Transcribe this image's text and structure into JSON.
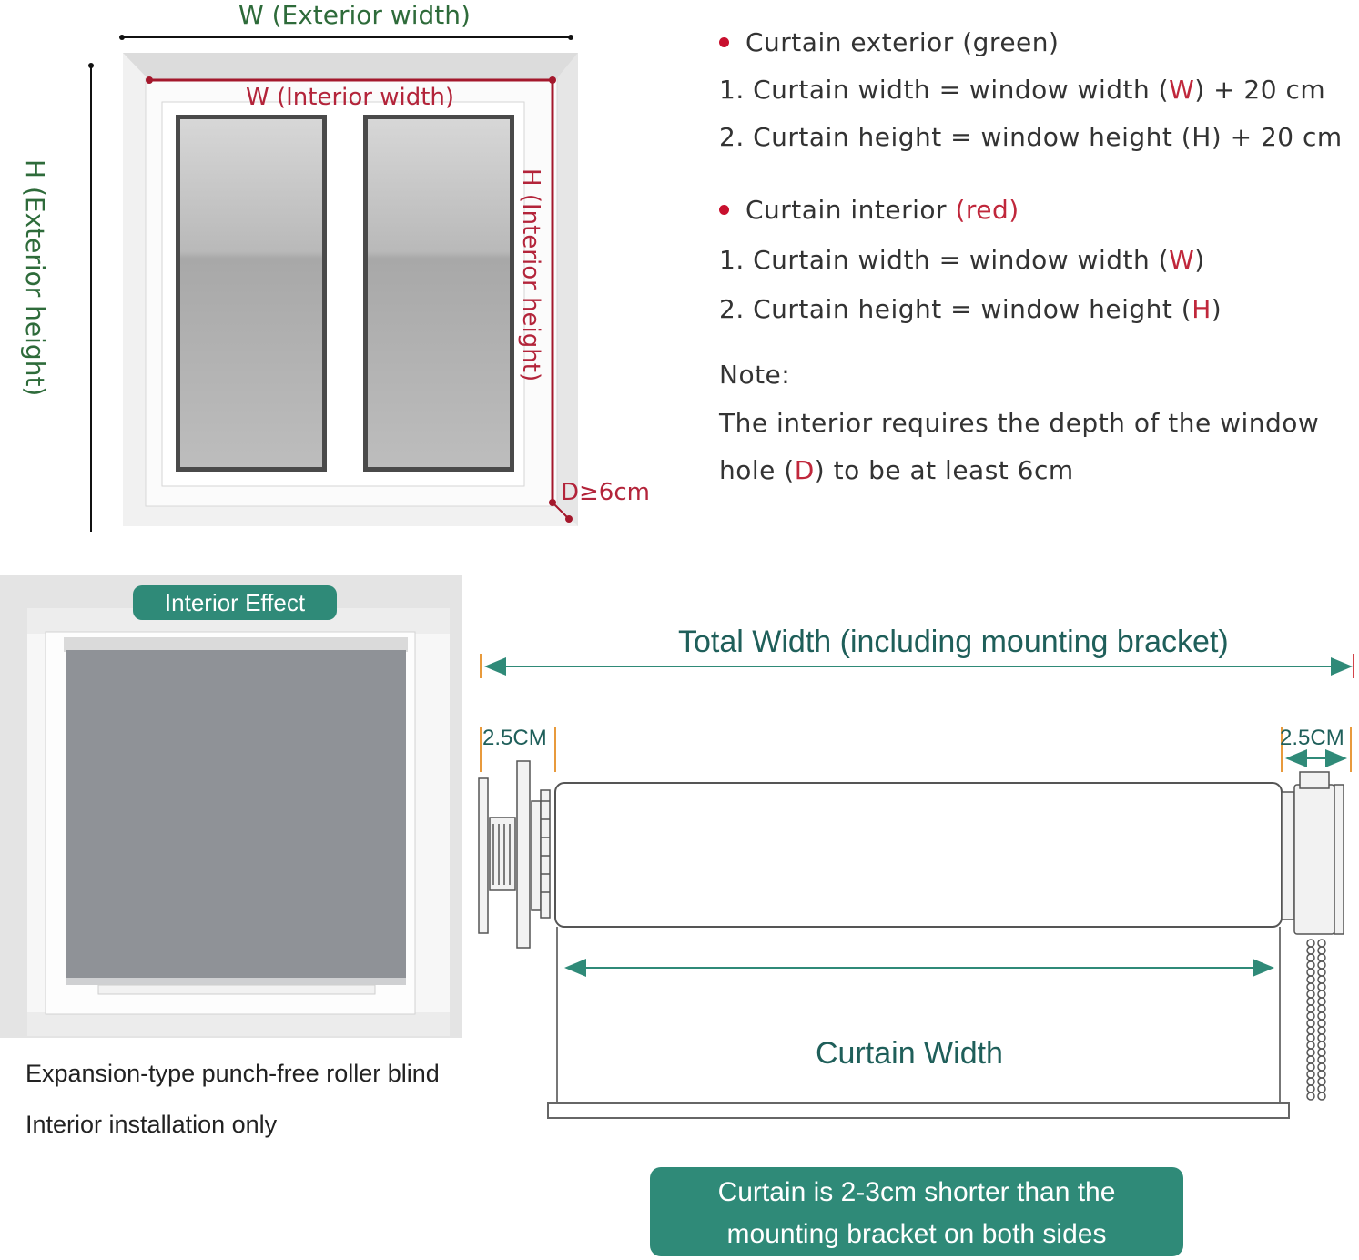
{
  "top_diagram": {
    "exterior_width_label": "W (Exterior width)",
    "interior_width_label": "W (Interior width)",
    "exterior_height_label": "H (Exterior height)",
    "interior_height_label": "H (Interior height)",
    "depth_label": "D≥6cm"
  },
  "specs": {
    "exterior": {
      "title_prefix": "Curtain exterior ",
      "title_color_word": "(green)",
      "line1_prefix": "1. Curtain width = window width (",
      "line1_var": "W",
      "line1_suffix": ") + 20 cm",
      "line2_prefix": "2. Curtain height = window height (H) + ",
      "line2_suffix": "20 cm"
    },
    "interior": {
      "title_prefix": "Curtain interior ",
      "title_color_word": "(red)",
      "line1_prefix": "1. Curtain width = window width (",
      "line1_var": "W",
      "line1_suffix": ")",
      "line2_prefix": "2. Curtain height = window height (",
      "line2_var": "H",
      "line2_suffix": ")"
    },
    "note_title": "Note:",
    "note_line1": "The interior requires the depth of the window",
    "note_line2_prefix": "hole (",
    "note_line2_var": "D",
    "note_line2_suffix": ") to be at least 6cm"
  },
  "interior_effect": {
    "badge": "Interior Effect",
    "caption1": "Expansion-type punch-free roller blind",
    "caption2": "Interior installation only"
  },
  "roller": {
    "total_width_label": "Total Width (including mounting bracket)",
    "left_bracket_label": "2.5CM",
    "right_bracket_label": "2.5CM",
    "curtain_width_label": "Curtain Width",
    "note_line1": "Curtain is 2-3cm shorter than the",
    "note_line2": "mounting bracket on both sides"
  },
  "colors": {
    "green": "#2e6b3a",
    "red": "#b3243a",
    "teal": "#2f8a78",
    "blind_gray": "#8f9297"
  }
}
